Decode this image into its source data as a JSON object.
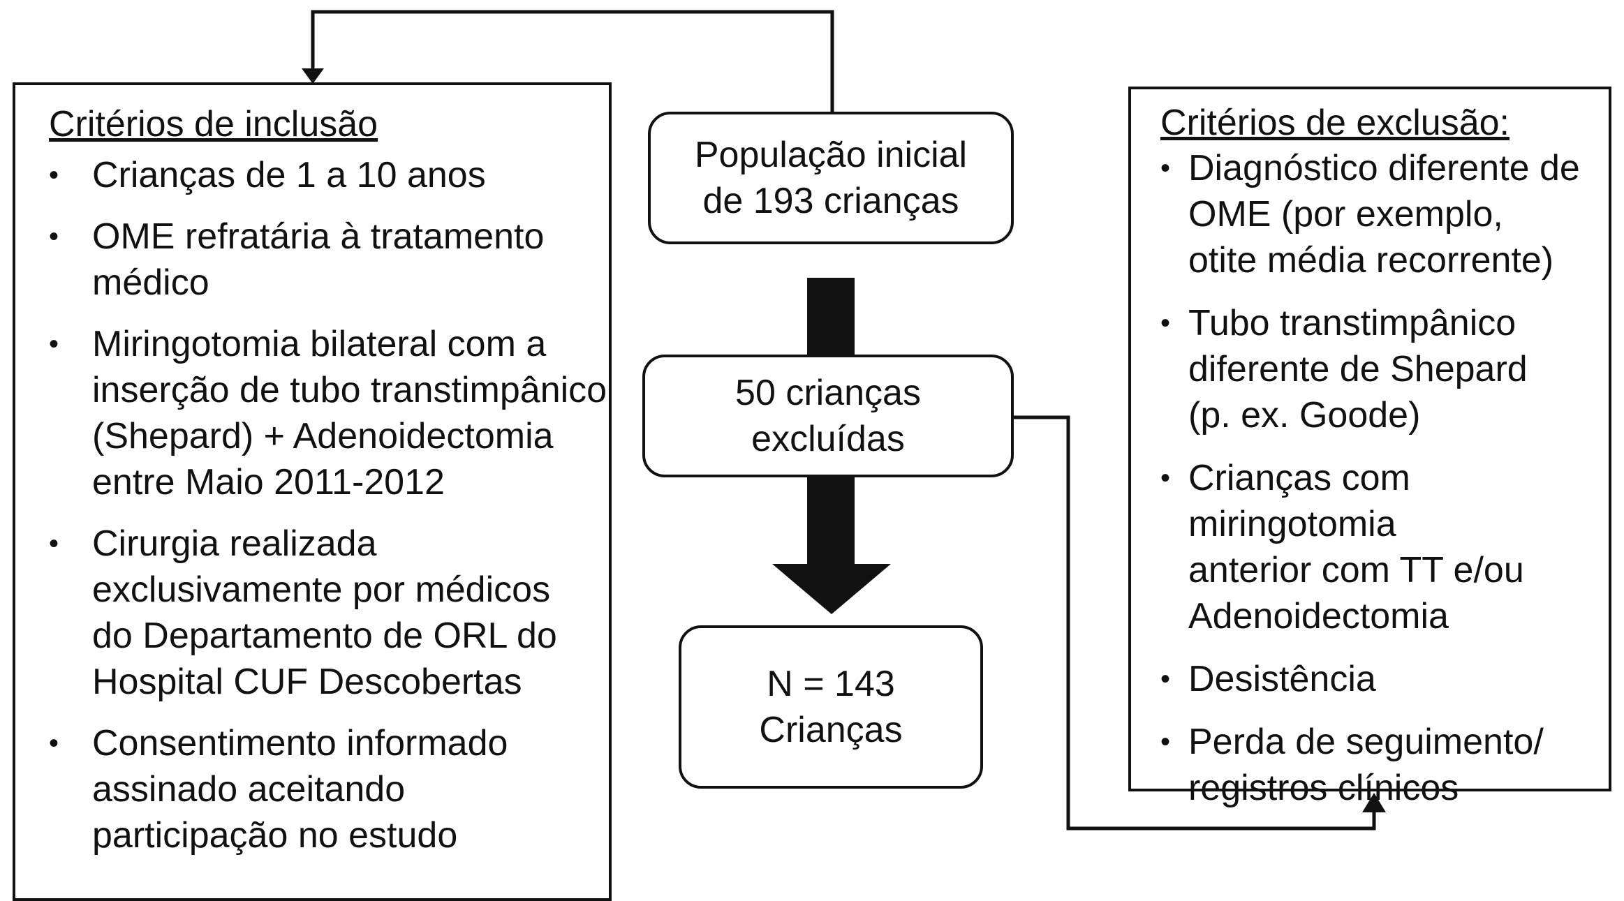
{
  "inclusion": {
    "title": "Critérios de inclusão",
    "items": [
      [
        "Crianças de 1 a 10 anos"
      ],
      [
        "OME refratária à tratamento",
        "médico"
      ],
      [
        "Miringotomia bilateral com a",
        "inserção de tubo transtimpânico",
        "(Shepard) + Adenoidectomia",
        "entre Maio 2011-2012"
      ],
      [
        "Cirurgia realizada",
        "exclusivamente por médicos",
        "do Departamento de  ORL do",
        "Hospital CUF Descobertas"
      ],
      [
        "Consentimento informado",
        "assinado aceitando",
        "participação no estudo"
      ]
    ]
  },
  "population": {
    "line1": "População inicial",
    "line2": "de 193 crianças"
  },
  "excluded": {
    "line1": "50 crianças",
    "line2": "excluídas"
  },
  "final": {
    "line1": "N = 143",
    "line2": "Crianças"
  },
  "exclusion": {
    "title": "Critérios de exclusão:",
    "items": [
      [
        "Diagnóstico diferente de",
        "OME (por exemplo,",
        "otite média recorrente)"
      ],
      [
        "Tubo transtimpânico",
        "diferente de Shepard",
        "(p. ex. Goode)"
      ],
      [
        "Crianças com miringotomia",
        "anterior com TT e/ou",
        "Adenoidectomia"
      ],
      [
        "Desistência"
      ],
      [
        "Perda de seguimento/",
        "registros clínicos"
      ]
    ]
  },
  "bullet_symbol": "•"
}
